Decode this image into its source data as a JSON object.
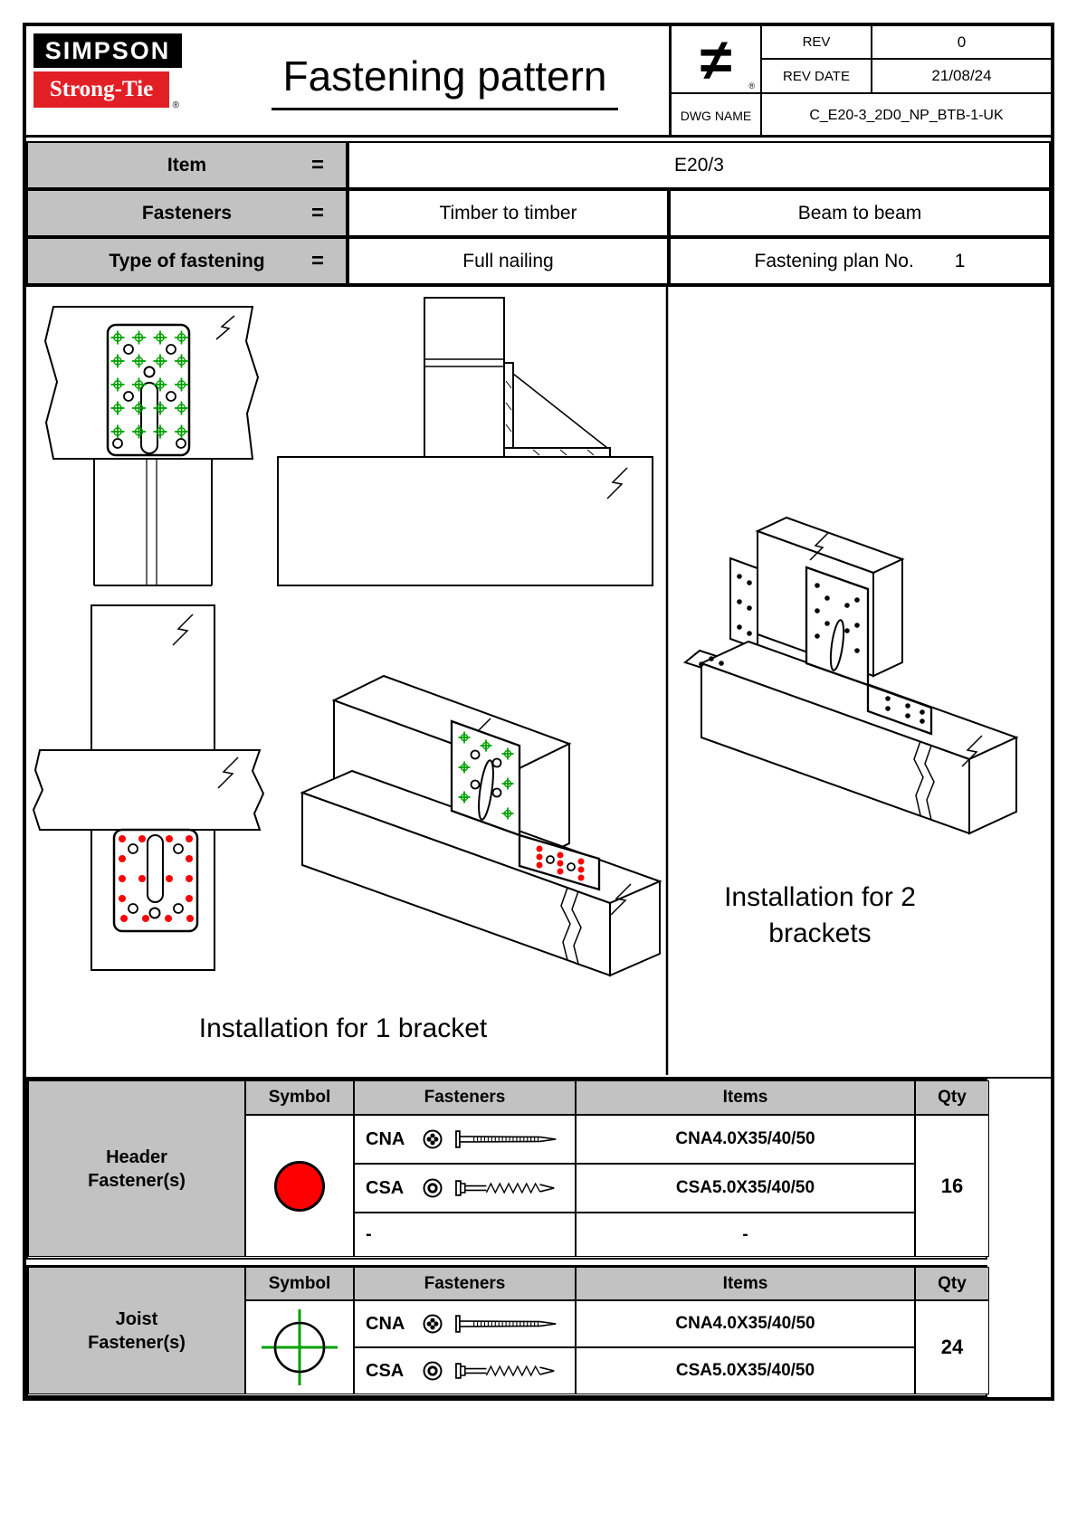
{
  "colors": {
    "brand_red": "#e31f26",
    "fastener_red": "#ff0000",
    "fastener_green": "#00a000",
    "table_gray": "#c2c2c2"
  },
  "title_block": {
    "logo_line1": "SIMPSON",
    "logo_line2": "Strong-Tie",
    "logo_reg": "®",
    "title": "Fastening pattern",
    "brand_symbol": "≠",
    "symbol_reg": "®",
    "rev_label": "REV",
    "rev_value": "0",
    "rev_date_label": "REV DATE",
    "rev_date_value": "21/08/24",
    "dwg_name_label": "DWG NAME",
    "dwg_name_value": "C_E20-3_2D0_NP_BTB-1-UK"
  },
  "spec_table": {
    "item_label": "Item",
    "equals": "=",
    "item_value": "E20/3",
    "fasteners_label": "Fasteners",
    "fasteners_value_left": "Timber to timber",
    "fasteners_value_right": "Beam to beam",
    "type_label": "Type of fastening",
    "type_value": "Full nailing",
    "plan_label": "Fastening plan No.",
    "plan_value": "1"
  },
  "drawings": {
    "caption_left": "Installation for 1 bracket",
    "caption_right_line1": "Installation for 2",
    "caption_right_line2": "brackets"
  },
  "header_table": {
    "group_line1": "Header",
    "group_line2": "Fastener(s)",
    "col_symbol": "Symbol",
    "col_fasteners": "Fasteners",
    "col_items": "Items",
    "col_qty": "Qty",
    "rows": [
      {
        "code": "CNA",
        "item": "CNA4.0X35/40/50"
      },
      {
        "code": "CSA",
        "item": "CSA5.0X35/40/50"
      },
      {
        "code": "-",
        "item": "-"
      }
    ],
    "qty": "16"
  },
  "joist_table": {
    "group_line1": "Joist",
    "group_line2": "Fastener(s)",
    "col_symbol": "Symbol",
    "col_fasteners": "Fasteners",
    "col_items": "Items",
    "col_qty": "Qty",
    "rows": [
      {
        "code": "CNA",
        "item": "CNA4.0X35/40/50"
      },
      {
        "code": "CSA",
        "item": "CSA5.0X35/40/50"
      }
    ],
    "qty": "24"
  }
}
